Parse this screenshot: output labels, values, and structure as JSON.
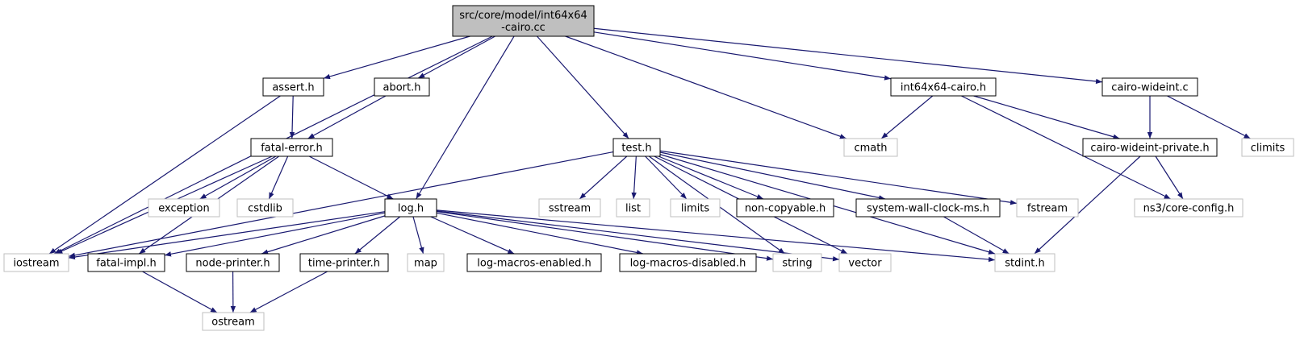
{
  "colors": {
    "edge": "#191970",
    "node_border_local": "#000000",
    "node_border_system": "#bfbfbf",
    "node_fill": "#ffffff",
    "root_fill": "#bfbfbf",
    "label_local": "#000000",
    "label_system": "#000000"
  },
  "nodes": {
    "root": {
      "lines": [
        "src/core/model/int64x64",
        "-cairo.cc"
      ],
      "kind": "root"
    },
    "iostream": {
      "lines": [
        "iostream"
      ],
      "kind": "system"
    },
    "assert_h": {
      "lines": [
        "assert.h"
      ],
      "kind": "local"
    },
    "abort_h": {
      "lines": [
        "abort.h"
      ],
      "kind": "local"
    },
    "log_h": {
      "lines": [
        "log.h"
      ],
      "kind": "local"
    },
    "test_h": {
      "lines": [
        "test.h"
      ],
      "kind": "local"
    },
    "cmath": {
      "lines": [
        "cmath"
      ],
      "kind": "system"
    },
    "int64x64_cairo_h": {
      "lines": [
        "int64x64-cairo.h"
      ],
      "kind": "local"
    },
    "cairo_wideint_c": {
      "lines": [
        "cairo-wideint.c"
      ],
      "kind": "local"
    },
    "fatal_error_h": {
      "lines": [
        "fatal-error.h"
      ],
      "kind": "local"
    },
    "exception": {
      "lines": [
        "exception"
      ],
      "kind": "system"
    },
    "cstdlib": {
      "lines": [
        "cstdlib"
      ],
      "kind": "system"
    },
    "fatal_impl_h": {
      "lines": [
        "fatal-impl.h"
      ],
      "kind": "local"
    },
    "ostream": {
      "lines": [
        "ostream"
      ],
      "kind": "system"
    },
    "node_printer_h": {
      "lines": [
        "node-printer.h"
      ],
      "kind": "local"
    },
    "time_printer_h": {
      "lines": [
        "time-printer.h"
      ],
      "kind": "local"
    },
    "map": {
      "lines": [
        "map"
      ],
      "kind": "system"
    },
    "log_macros_enabled_h": {
      "lines": [
        "log-macros-enabled.h"
      ],
      "kind": "local"
    },
    "log_macros_disabled_h": {
      "lines": [
        "log-macros-disabled.h"
      ],
      "kind": "local"
    },
    "string": {
      "lines": [
        "string"
      ],
      "kind": "system"
    },
    "vector": {
      "lines": [
        "vector"
      ],
      "kind": "system"
    },
    "stdint_h": {
      "lines": [
        "stdint.h"
      ],
      "kind": "system"
    },
    "sstream": {
      "lines": [
        "sstream"
      ],
      "kind": "system"
    },
    "list": {
      "lines": [
        "list"
      ],
      "kind": "system"
    },
    "limits": {
      "lines": [
        "limits"
      ],
      "kind": "system"
    },
    "non_copyable_h": {
      "lines": [
        "non-copyable.h"
      ],
      "kind": "local"
    },
    "system_wall_clock_ms_h": {
      "lines": [
        "system-wall-clock-ms.h"
      ],
      "kind": "local"
    },
    "fstream": {
      "lines": [
        "fstream"
      ],
      "kind": "system"
    },
    "cairo_wideint_private_h": {
      "lines": [
        "cairo-wideint-private.h"
      ],
      "kind": "local"
    },
    "climits": {
      "lines": [
        "climits"
      ],
      "kind": "system"
    },
    "ns3_core_config_h": {
      "lines": [
        "ns3/core-config.h"
      ],
      "kind": "system"
    }
  },
  "edges": [
    [
      "root",
      "iostream"
    ],
    [
      "root",
      "assert_h"
    ],
    [
      "root",
      "abort_h"
    ],
    [
      "root",
      "log_h"
    ],
    [
      "root",
      "test_h"
    ],
    [
      "root",
      "cmath"
    ],
    [
      "root",
      "int64x64_cairo_h"
    ],
    [
      "root",
      "cairo_wideint_c"
    ],
    [
      "assert_h",
      "iostream"
    ],
    [
      "assert_h",
      "fatal_error_h"
    ],
    [
      "abort_h",
      "fatal_error_h"
    ],
    [
      "fatal_error_h",
      "iostream"
    ],
    [
      "fatal_error_h",
      "exception"
    ],
    [
      "fatal_error_h",
      "cstdlib"
    ],
    [
      "fatal_error_h",
      "log_h"
    ],
    [
      "fatal_error_h",
      "fatal_impl_h"
    ],
    [
      "fatal_impl_h",
      "ostream"
    ],
    [
      "log_h",
      "iostream"
    ],
    [
      "log_h",
      "fatal_impl_h"
    ],
    [
      "log_h",
      "node_printer_h"
    ],
    [
      "log_h",
      "time_printer_h"
    ],
    [
      "log_h",
      "map"
    ],
    [
      "log_h",
      "log_macros_enabled_h"
    ],
    [
      "log_h",
      "log_macros_disabled_h"
    ],
    [
      "log_h",
      "string"
    ],
    [
      "log_h",
      "vector"
    ],
    [
      "log_h",
      "stdint_h"
    ],
    [
      "node_printer_h",
      "ostream"
    ],
    [
      "time_printer_h",
      "ostream"
    ],
    [
      "test_h",
      "iostream"
    ],
    [
      "test_h",
      "string"
    ],
    [
      "test_h",
      "vector"
    ],
    [
      "test_h",
      "sstream"
    ],
    [
      "test_h",
      "list"
    ],
    [
      "test_h",
      "limits"
    ],
    [
      "test_h",
      "non_copyable_h"
    ],
    [
      "test_h",
      "system_wall_clock_ms_h"
    ],
    [
      "test_h",
      "fstream"
    ],
    [
      "test_h",
      "stdint_h"
    ],
    [
      "system_wall_clock_ms_h",
      "stdint_h"
    ],
    [
      "int64x64_cairo_h",
      "cmath"
    ],
    [
      "int64x64_cairo_h",
      "cairo_wideint_private_h"
    ],
    [
      "int64x64_cairo_h",
      "ns3_core_config_h"
    ],
    [
      "cairo_wideint_c",
      "cairo_wideint_private_h"
    ],
    [
      "cairo_wideint_c",
      "climits"
    ],
    [
      "cairo_wideint_private_h",
      "ns3_core_config_h"
    ],
    [
      "cairo_wideint_private_h",
      "stdint_h"
    ]
  ]
}
